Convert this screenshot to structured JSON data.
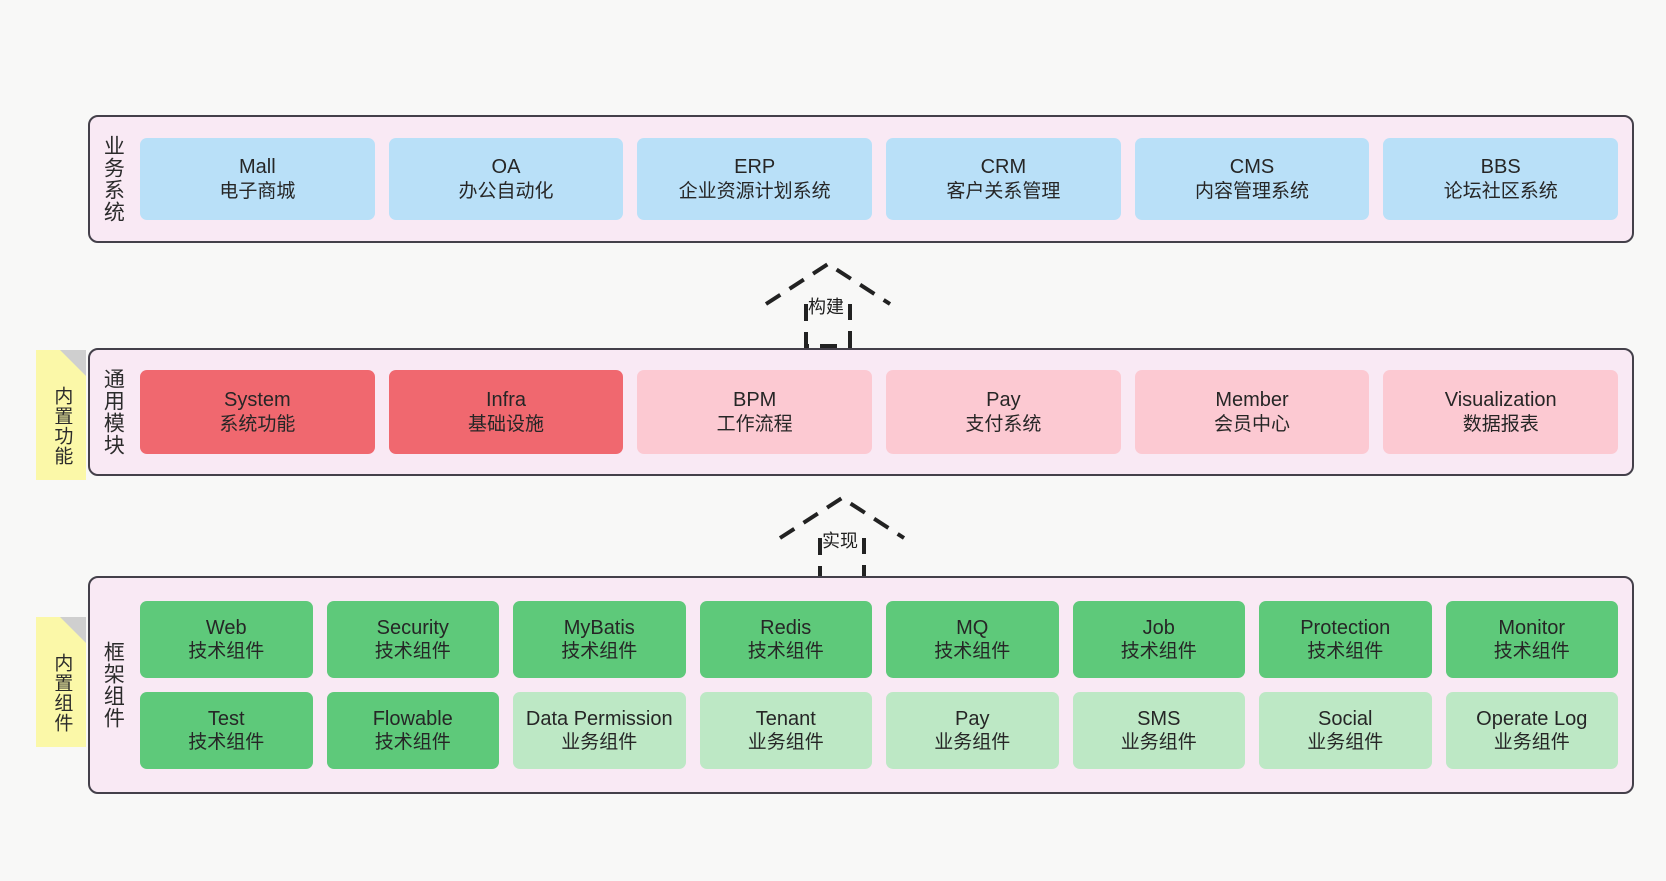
{
  "diagram": {
    "background_color": "#f8f8f7",
    "panel_fill": "#f9e9f4",
    "panel_border": "#44404a"
  },
  "layers": [
    {
      "id": "business-systems",
      "title": "业务系统",
      "rows": [
        {
          "cards": [
            {
              "title": "Mall",
              "sub": "电子商城",
              "color": "#b9e0f8"
            },
            {
              "title": "OA",
              "sub": "办公自动化",
              "color": "#b9e0f8"
            },
            {
              "title": "ERP",
              "sub": "企业资源计划系统",
              "color": "#b9e0f8"
            },
            {
              "title": "CRM",
              "sub": "客户关系管理",
              "color": "#b9e0f8"
            },
            {
              "title": "CMS",
              "sub": "内容管理系统",
              "color": "#b9e0f8"
            },
            {
              "title": "BBS",
              "sub": "论坛社区系统",
              "color": "#b9e0f8"
            }
          ]
        }
      ]
    },
    {
      "id": "common-modules",
      "title": "通用模块",
      "rows": [
        {
          "cards": [
            {
              "title": "System",
              "sub": "系统功能",
              "color": "#f0686f"
            },
            {
              "title": "Infra",
              "sub": "基础设施",
              "color": "#f0686f"
            },
            {
              "title": "BPM",
              "sub": "工作流程",
              "color": "#fcc9d2"
            },
            {
              "title": "Pay",
              "sub": "支付系统",
              "color": "#fcc9d2"
            },
            {
              "title": "Member",
              "sub": "会员中心",
              "color": "#fcc9d2"
            },
            {
              "title": "Visualization",
              "sub": "数据报表",
              "color": "#fcc9d2"
            }
          ]
        }
      ]
    },
    {
      "id": "framework-components",
      "title": "框架组件",
      "rows": [
        {
          "cards": [
            {
              "title": "Web",
              "sub": "技术组件",
              "color": "#5ec97a"
            },
            {
              "title": "Security",
              "sub": "技术组件",
              "color": "#5ec97a"
            },
            {
              "title": "MyBatis",
              "sub": "技术组件",
              "color": "#5ec97a"
            },
            {
              "title": "Redis",
              "sub": "技术组件",
              "color": "#5ec97a"
            },
            {
              "title": "MQ",
              "sub": "技术组件",
              "color": "#5ec97a"
            },
            {
              "title": "Job",
              "sub": "技术组件",
              "color": "#5ec97a"
            },
            {
              "title": "Protection",
              "sub": "技术组件",
              "color": "#5ec97a"
            },
            {
              "title": "Monitor",
              "sub": "技术组件",
              "color": "#5ec97a"
            }
          ]
        },
        {
          "cards": [
            {
              "title": "Test",
              "sub": "技术组件",
              "color": "#5ec97a"
            },
            {
              "title": "Flowable",
              "sub": "技术组件",
              "color": "#5ec97a"
            },
            {
              "title": "Data Permission",
              "sub": "业务组件",
              "color": "#bde8c5"
            },
            {
              "title": "Tenant",
              "sub": "业务组件",
              "color": "#bde8c5"
            },
            {
              "title": "Pay",
              "sub": "业务组件",
              "color": "#bde8c5"
            },
            {
              "title": "SMS",
              "sub": "业务组件",
              "color": "#bde8c5"
            },
            {
              "title": "Social",
              "sub": "业务组件",
              "color": "#bde8c5"
            },
            {
              "title": "Operate Log",
              "sub": "业务组件",
              "color": "#bde8c5"
            }
          ]
        }
      ]
    }
  ],
  "connectors": [
    {
      "id": "build",
      "label": "构建"
    },
    {
      "id": "implement",
      "label": "实现"
    }
  ],
  "sticky_notes": [
    {
      "id": "builtin-features",
      "text": "内置功能",
      "color": "#fbf8a8"
    },
    {
      "id": "builtin-components",
      "text": "内置组件",
      "color": "#fbf8a8"
    }
  ]
}
